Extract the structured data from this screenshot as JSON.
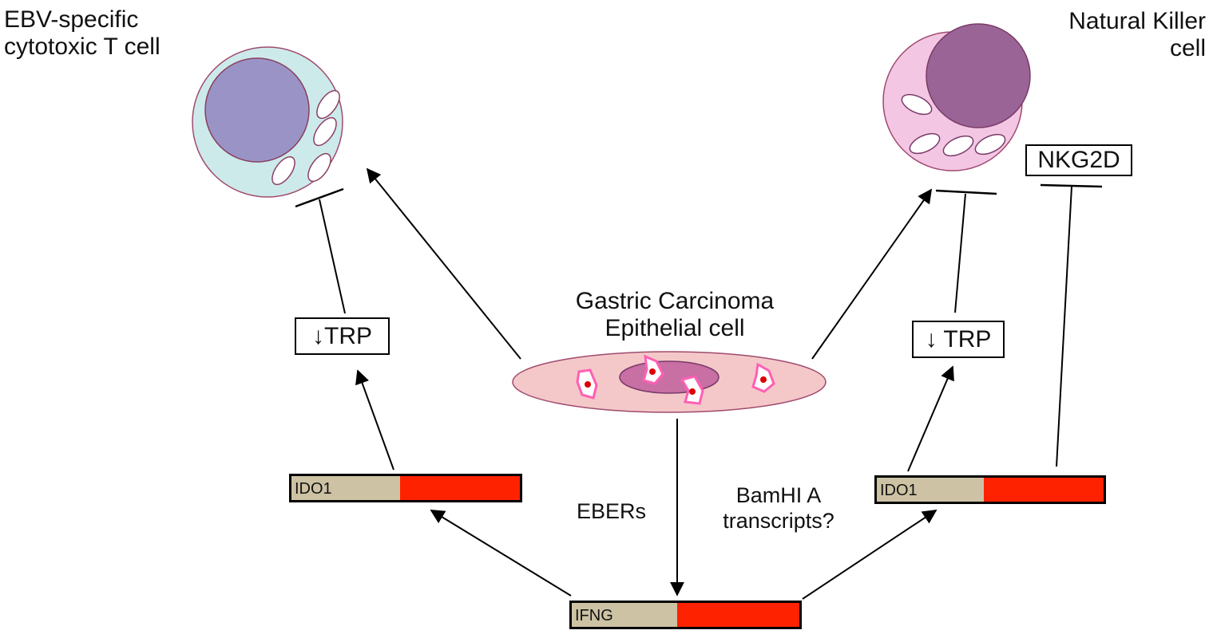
{
  "labels": {
    "ctl_title": [
      "EBV-specific",
      "cytotoxic T cell"
    ],
    "nk_title": [
      "Natural Killer",
      "cell"
    ],
    "gc_title": [
      "Gastric Carcinoma",
      "Epithelial cell"
    ],
    "nkg2d": "NKG2D",
    "trp_left": "↓TRP",
    "trp_right": "↓ TRP",
    "ebers": "EBERs",
    "bamhi": [
      "BamHI A",
      "transcripts?"
    ]
  },
  "genes": {
    "ido1_left": "IDO1",
    "ido1_right": "IDO1",
    "ifng": "IFNG"
  },
  "colors": {
    "ctl_cell": "#cdeaea",
    "ctl_nucleus": "#9a94c6",
    "nk_cell": "#f3c6e3",
    "nk_nucleus": "#9a6596",
    "gc_cell": "#f4c8c8",
    "gc_nucleus": "#c86fa4",
    "gene_tan": "#cdc3a4",
    "gene_red": "#ff2200",
    "virus_outline": "#ff5fb4",
    "virus_core": "#dd0000"
  }
}
